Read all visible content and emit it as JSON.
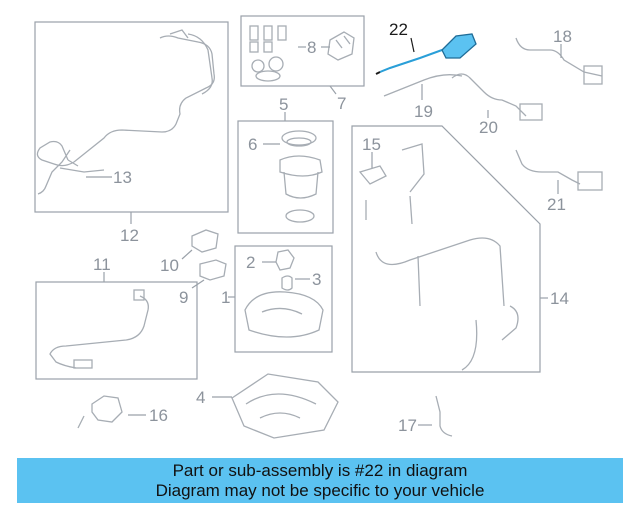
{
  "diagram": {
    "highlighted_part": "22",
    "callouts": {
      "c1": "1",
      "c2": "2",
      "c3": "3",
      "c4": "4",
      "c5": "5",
      "c6": "6",
      "c7": "7",
      "c8": "8",
      "c9": "9",
      "c10": "10",
      "c11": "11",
      "c12": "12",
      "c13": "13",
      "c14": "14",
      "c15": "15",
      "c16": "16",
      "c17": "17",
      "c18": "18",
      "c19": "19",
      "c20": "20",
      "c21": "21",
      "c22": "22"
    }
  },
  "banner": {
    "line1": "Part or sub-assembly is #22 in diagram",
    "line2": "Diagram may not be specific to your vehicle"
  },
  "colors": {
    "highlight": "#2a9fd8",
    "banner": "#5bc2f1",
    "line": "#a7adb4"
  }
}
